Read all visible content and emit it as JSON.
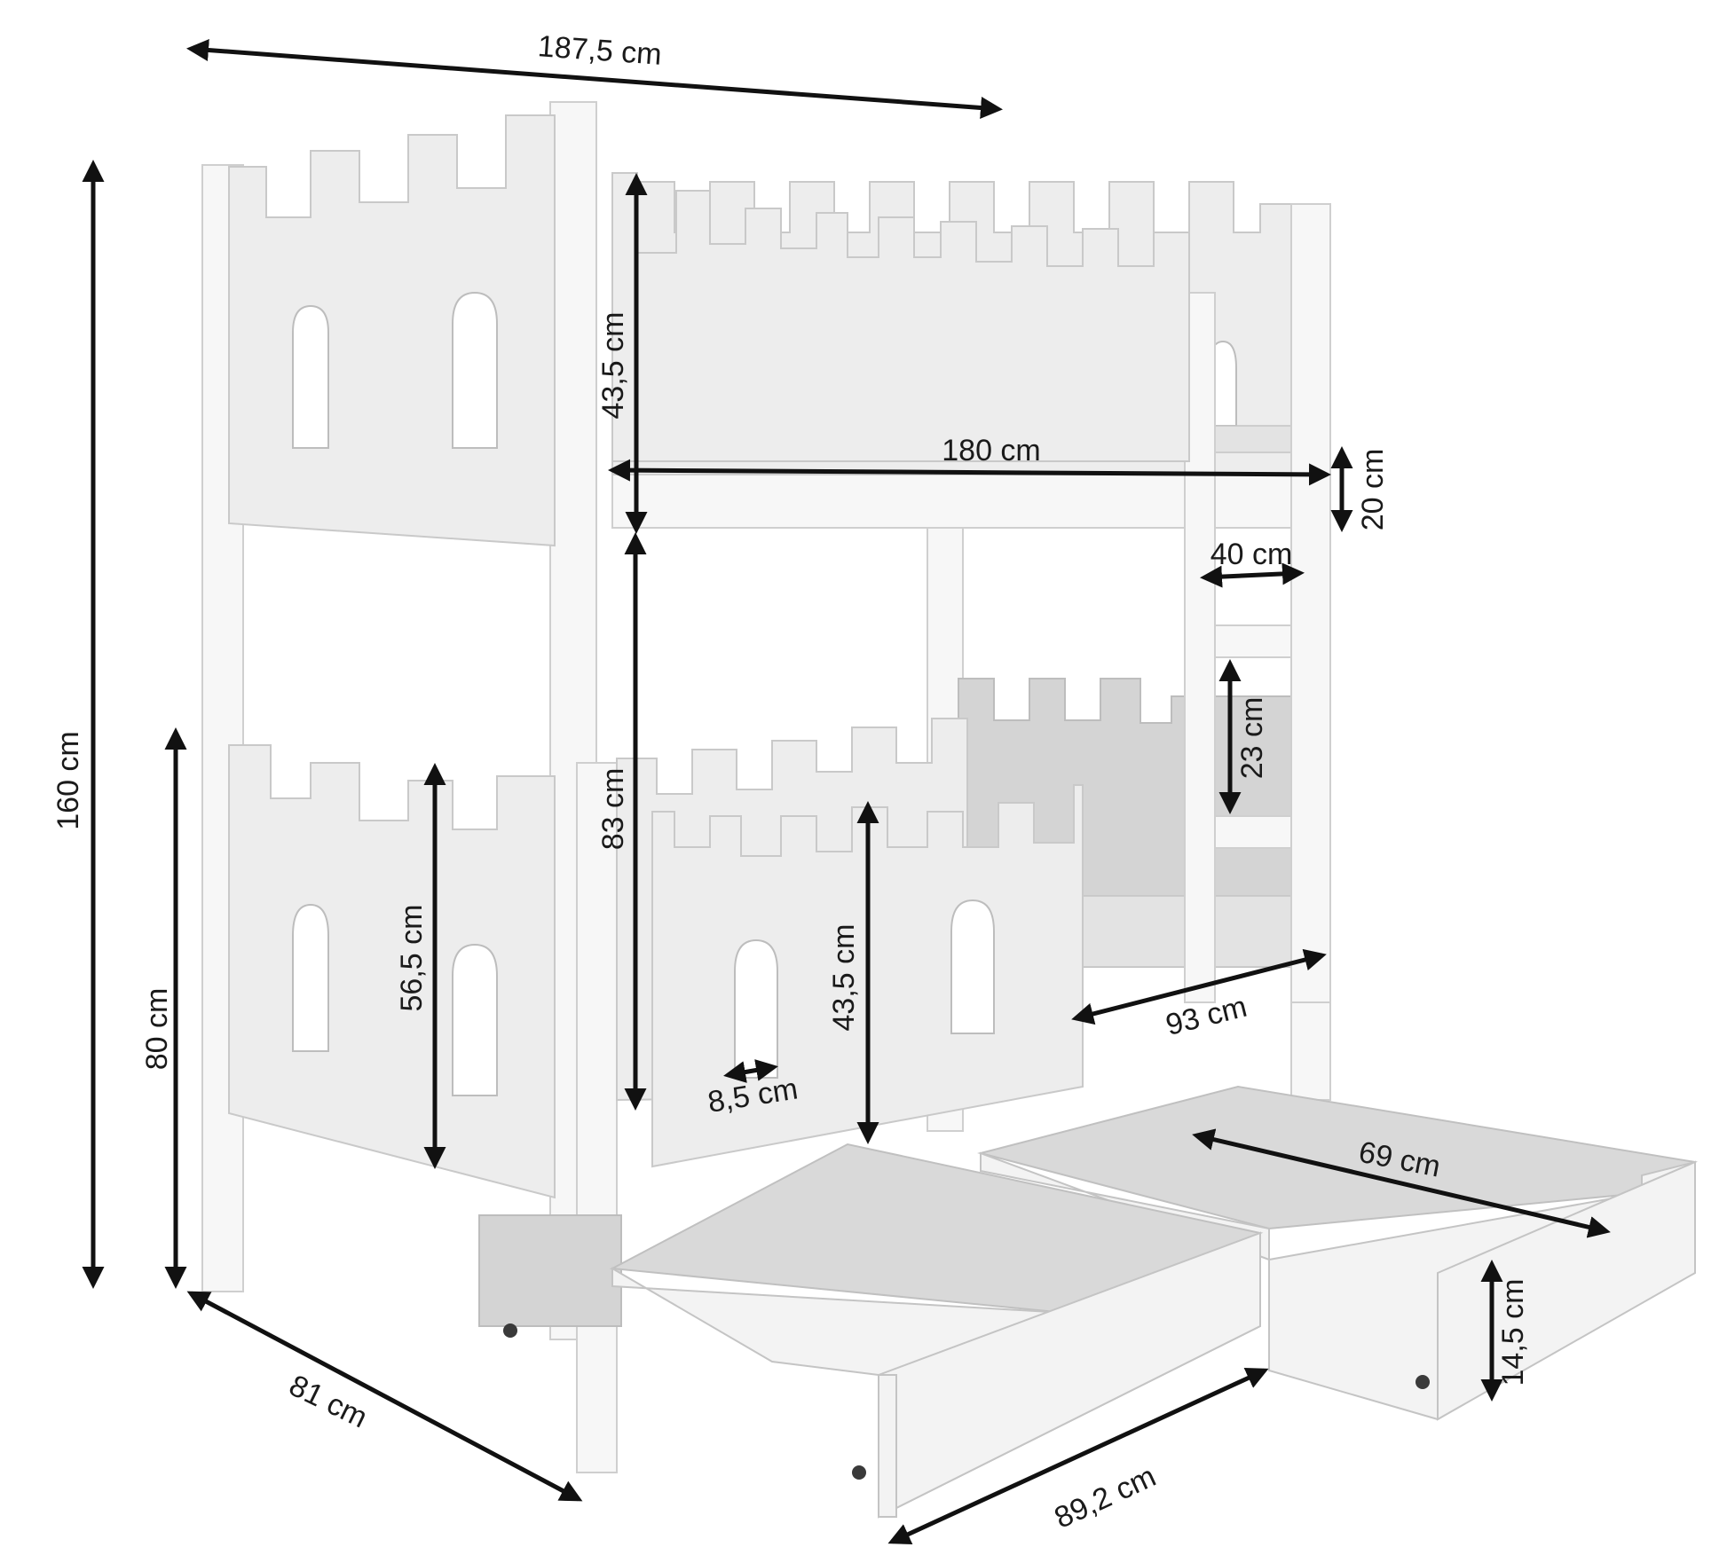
{
  "diagram": {
    "subject": "castle-bunk-bed-with-drawers",
    "dimensions": {
      "total_length": "187,5 cm",
      "total_height": "160 cm",
      "upper_guard_height": "43,5 cm",
      "mattress_length": "180 cm",
      "guard_top_gap": "20 cm",
      "ladder_width": "40 cm",
      "ladder_step": "23 cm",
      "bed_clearance": "83 cm",
      "lower_height": "80 cm",
      "end_panel_height": "56,5 cm",
      "lower_guard_height": "43,5 cm",
      "entry_width": "93 cm",
      "window_width": "8,5 cm",
      "drawer_inner_length": "69 cm",
      "drawer_height": "14,5 cm",
      "total_width": "81 cm",
      "drawer_length": "89,2 cm"
    },
    "colors": {
      "frame": "#f7f7f7",
      "panel": "#ededed",
      "shadow": "#d4d4d4",
      "arrow": "#111111"
    }
  }
}
